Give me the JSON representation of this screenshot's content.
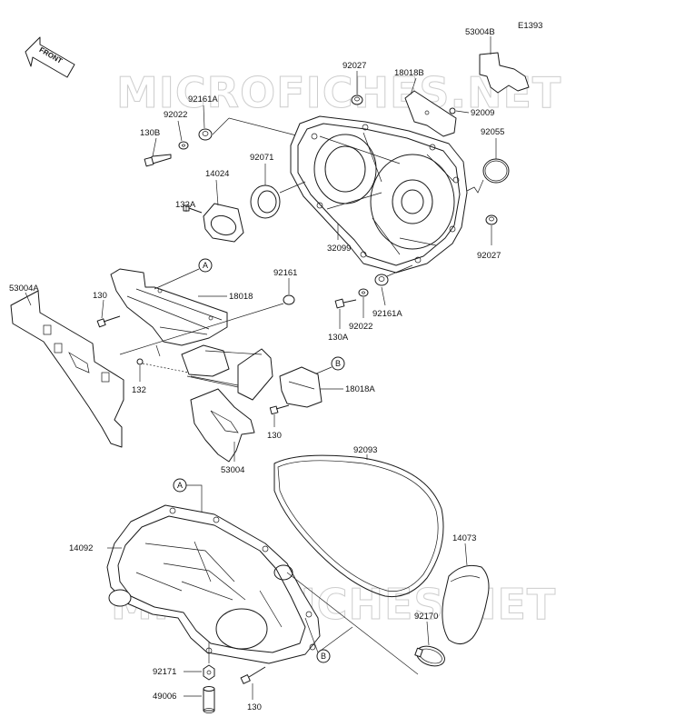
{
  "diagram_code": "E1393",
  "front_label": "FRONT",
  "watermark": "MICROFICHES.NET",
  "colors": {
    "line": "#1a1a1a",
    "watermark": "#c8c8c8",
    "background": "#ffffff"
  },
  "parts": {
    "p53004B": "53004B",
    "p18018B": "18018B",
    "p92009": "92009",
    "p92027_top": "92027",
    "p92161A_top": "92161A",
    "p92022_top": "92022",
    "p130B": "130B",
    "p92055": "92055",
    "p92071": "92071",
    "p14024": "14024",
    "p132A": "132A",
    "p32099": "32099",
    "p92027_right": "92027",
    "p53004A": "53004A",
    "p92161": "92161",
    "p130_left": "130",
    "p18018": "18018",
    "p130A": "130A",
    "p92022_mid": "92022",
    "p92161A_mid": "92161A",
    "p132": "132",
    "p18018A": "18018A",
    "p130_mid": "130",
    "p53004": "53004",
    "p92093": "92093",
    "p14092": "14092",
    "p14073": "14073",
    "p92170": "92170",
    "p92171": "92171",
    "p49006": "49006",
    "p130_bottom": "130"
  },
  "callouts": {
    "a": "A",
    "b": "B"
  }
}
